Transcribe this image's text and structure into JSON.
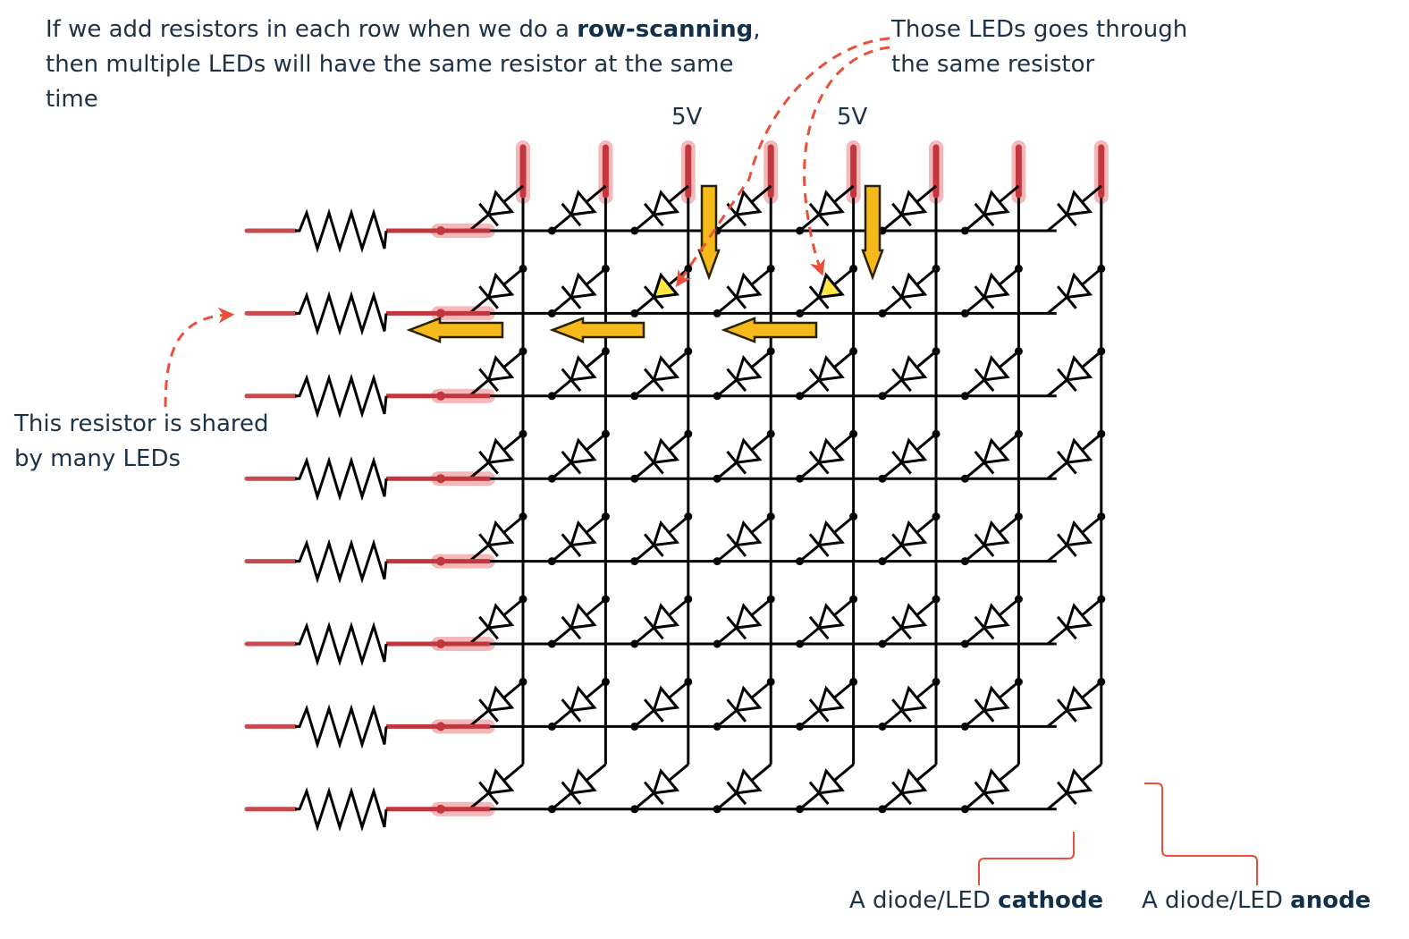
{
  "annotations": {
    "top_left": {
      "line1_pre": "If we add resistors in each row when we do a ",
      "line1_bold": "row-scanning",
      "line1_post": ",",
      "line2": "then multiple LEDs will have the same resistor at the same",
      "line3": "time"
    },
    "top_right": {
      "line1": "Those LEDs goes through",
      "line2": "the same resistor"
    },
    "left": {
      "line1": "This resistor is shared",
      "line2": "by many LEDs"
    },
    "voltage_labels": [
      "5V",
      "5V"
    ],
    "cathode_label": {
      "pre": "A diode/LED ",
      "bold": "cathode"
    },
    "anode_label": {
      "pre": "A diode/LED ",
      "bold": "anode"
    }
  },
  "matrix": {
    "rows": 8,
    "columns": 8,
    "resistors_per_row": 1,
    "highlighted_leds": [
      [
        1,
        2
      ],
      [
        1,
        4
      ]
    ],
    "active_columns_5v": [
      2,
      4
    ],
    "active_row": 1
  },
  "colors": {
    "text": "#1d3246",
    "wire": "#000000",
    "active_wire": "#c2373d",
    "active_glow": "#f2a7aa",
    "current_arrow": "#f5b91a",
    "highlighted_led": "#ffe640",
    "callout": "#e8503a"
  }
}
